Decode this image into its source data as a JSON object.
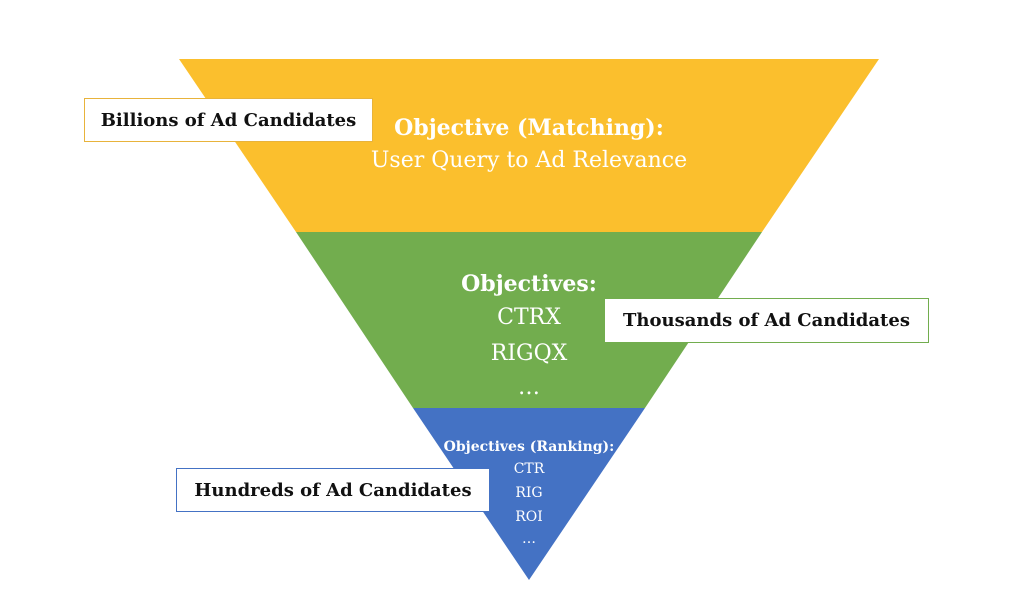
{
  "colors": {
    "top": "#FBBF2D",
    "middle": "#72AD4E",
    "bottom": "#4472C4",
    "top_border": "#E8B33B",
    "middle_border": "#72AD4E",
    "bottom_border": "#4472C4"
  },
  "tiers": {
    "top": {
      "heading": "Objective (Matching):",
      "lines": [
        "User Query to Ad Relevance"
      ]
    },
    "middle": {
      "heading": "Objectives:",
      "lines": [
        "CTRX",
        "RIGQX",
        "…"
      ]
    },
    "bottom": {
      "heading": "Objectives (Ranking):",
      "lines": [
        "CTR",
        "RIG",
        "ROI",
        "…"
      ]
    }
  },
  "labels": {
    "billions": "Billions of Ad Candidates",
    "thousands": "Thousands of Ad Candidates",
    "hundreds": "Hundreds of Ad Candidates"
  }
}
